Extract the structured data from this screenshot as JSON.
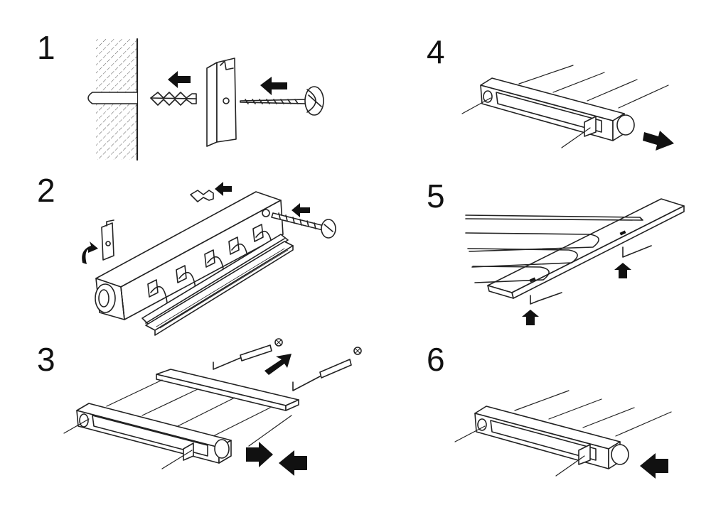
{
  "steps": [
    {
      "number": "1"
    },
    {
      "number": "2"
    },
    {
      "number": "3"
    },
    {
      "number": "4"
    },
    {
      "number": "5"
    },
    {
      "number": "6"
    }
  ],
  "colors": {
    "line": "#222222",
    "arrow": "#111111",
    "fill": "#ffffff"
  },
  "icons": {
    "arrow": "arrow-icon",
    "screw": "screw-icon",
    "dowel": "wall-plug-icon",
    "bracket": "mounting-bracket-icon",
    "rack": "towel-rack-icon",
    "wall": "wall-icon"
  }
}
